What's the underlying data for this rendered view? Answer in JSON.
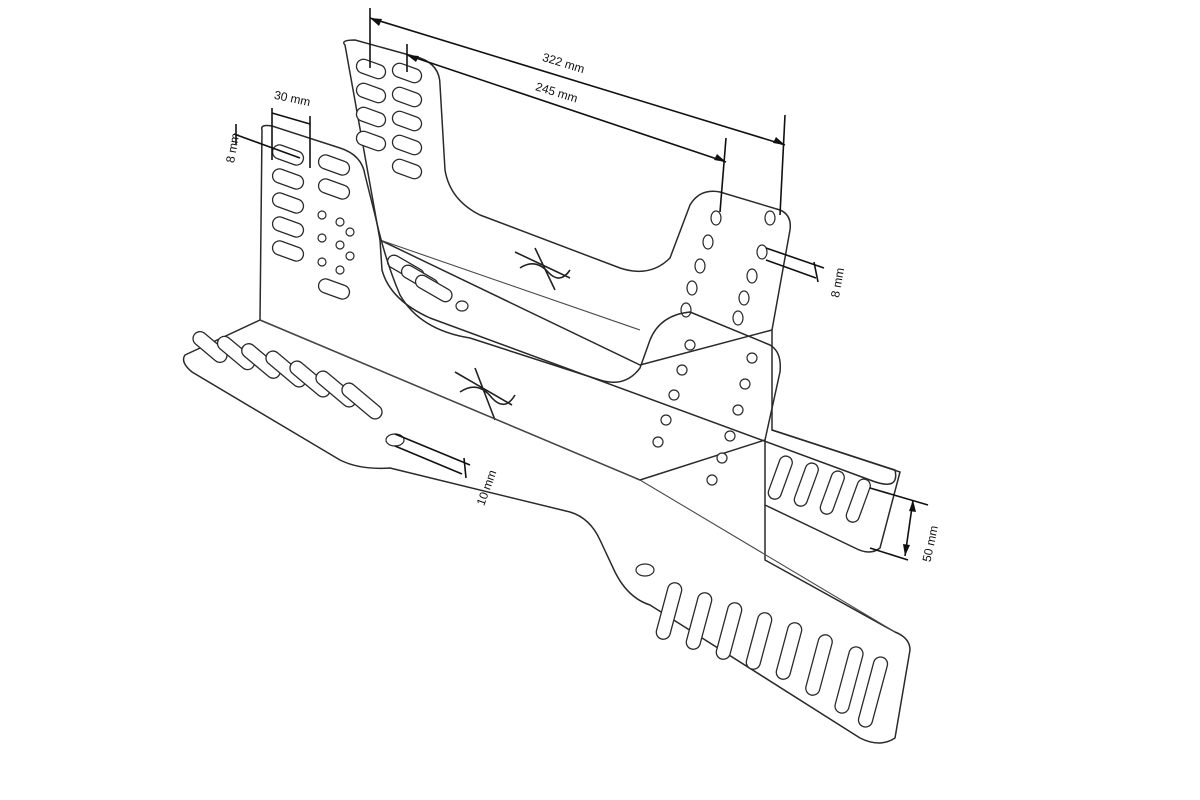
{
  "dimensions": {
    "length_outer": "322 mm",
    "length_inner": "245 mm",
    "slot_width": "30 mm",
    "slot_height": "8 mm",
    "hole_diameter": "8 mm",
    "bottom_hole": "10 mm",
    "flange_width": "50 mm"
  },
  "logo": {
    "icon": "xs-logo-icon"
  }
}
